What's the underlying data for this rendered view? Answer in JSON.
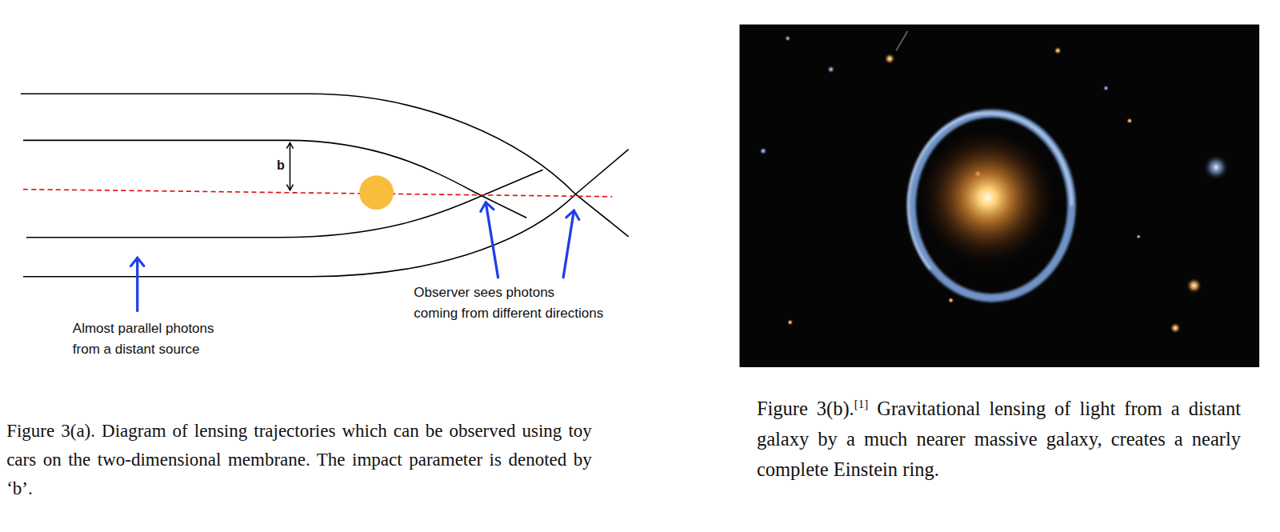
{
  "diagram": {
    "labels": [
      "b",
      "Almost parallel photons from a distant source",
      "Observer sees photons coming from different directions",
      "Figure 3(a). Diagram of lensing trajectories which can be observed using toy cars on the two-dimensional membrane. The impact parameter is denoted by ‘b’.",
      "Figure 3(b).",
      "[1]",
      "Gravitational lensing of light from a distant galaxy by a much nearer massive galaxy, creates a nearly complete Einstein ring."
    ]
  }
}
